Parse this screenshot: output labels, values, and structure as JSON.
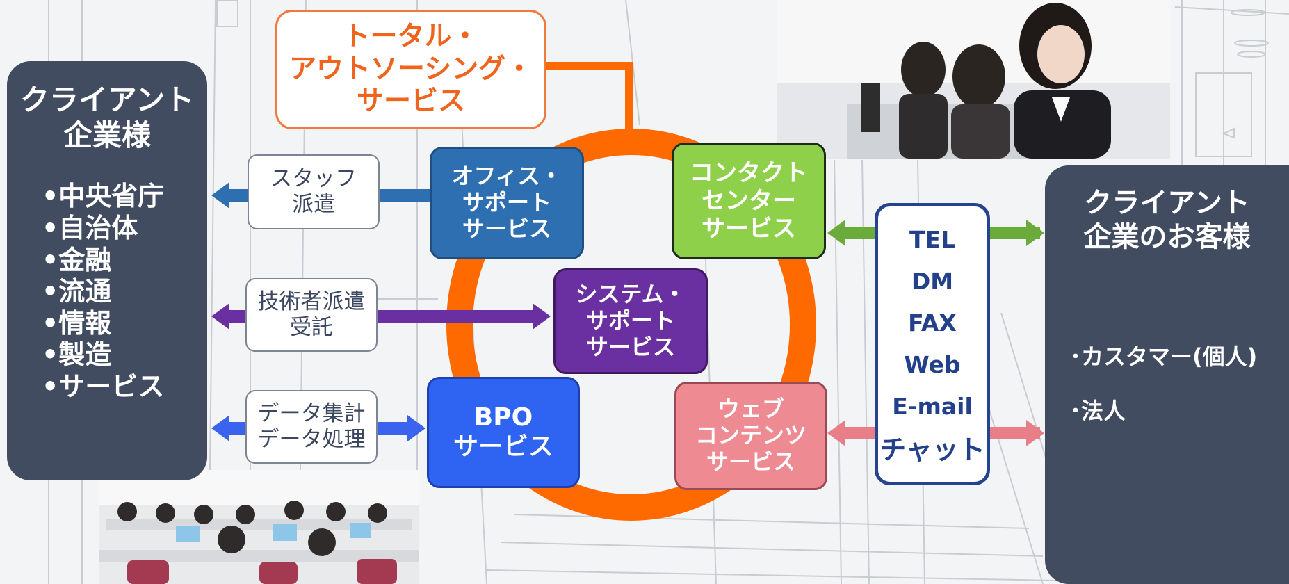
{
  "title_box": {
    "lines": [
      "トータル・",
      "アウトソーシング・",
      "サービス"
    ]
  },
  "left_panel": {
    "title_lines": [
      "クライアント",
      "企業様"
    ],
    "items": [
      "•中央省庁",
      "•自治体",
      "•金融",
      "•流通",
      "•情報",
      "•製造",
      "•サービス"
    ]
  },
  "right_panel": {
    "title_lines": [
      "クライアント",
      "企業のお客様"
    ],
    "items": [
      "･カスタマー(個人)",
      "･法人"
    ]
  },
  "services": {
    "office": {
      "lines": [
        "オフィス・",
        "サポート",
        "サービス"
      ]
    },
    "contact": {
      "lines": [
        "コンタクト",
        "センター",
        "サービス"
      ]
    },
    "system": {
      "lines": [
        "システム・",
        "サポート",
        "サービス"
      ]
    },
    "bpo": {
      "lines": [
        "BPO",
        "サービス"
      ]
    },
    "web": {
      "lines": [
        "ウェブ",
        "コンテンツ",
        "サービス"
      ]
    }
  },
  "labels": {
    "staff": [
      "スタッフ",
      "派遣"
    ],
    "engineer": [
      "技術者派遣",
      "受託"
    ],
    "data": [
      "データ集計",
      "データ処理"
    ]
  },
  "channels": [
    "TEL",
    "DM",
    "FAX",
    "Web",
    "E-mail",
    "チャット"
  ],
  "colors": {
    "orange": "#ff6a00",
    "panel": "#414c60",
    "office": "#2d6fb0",
    "contact": "#8fd04a",
    "system": "#6a2fa0",
    "bpo": "#2f63f2",
    "web": "#ee8a92",
    "channel_border": "#24448f"
  }
}
